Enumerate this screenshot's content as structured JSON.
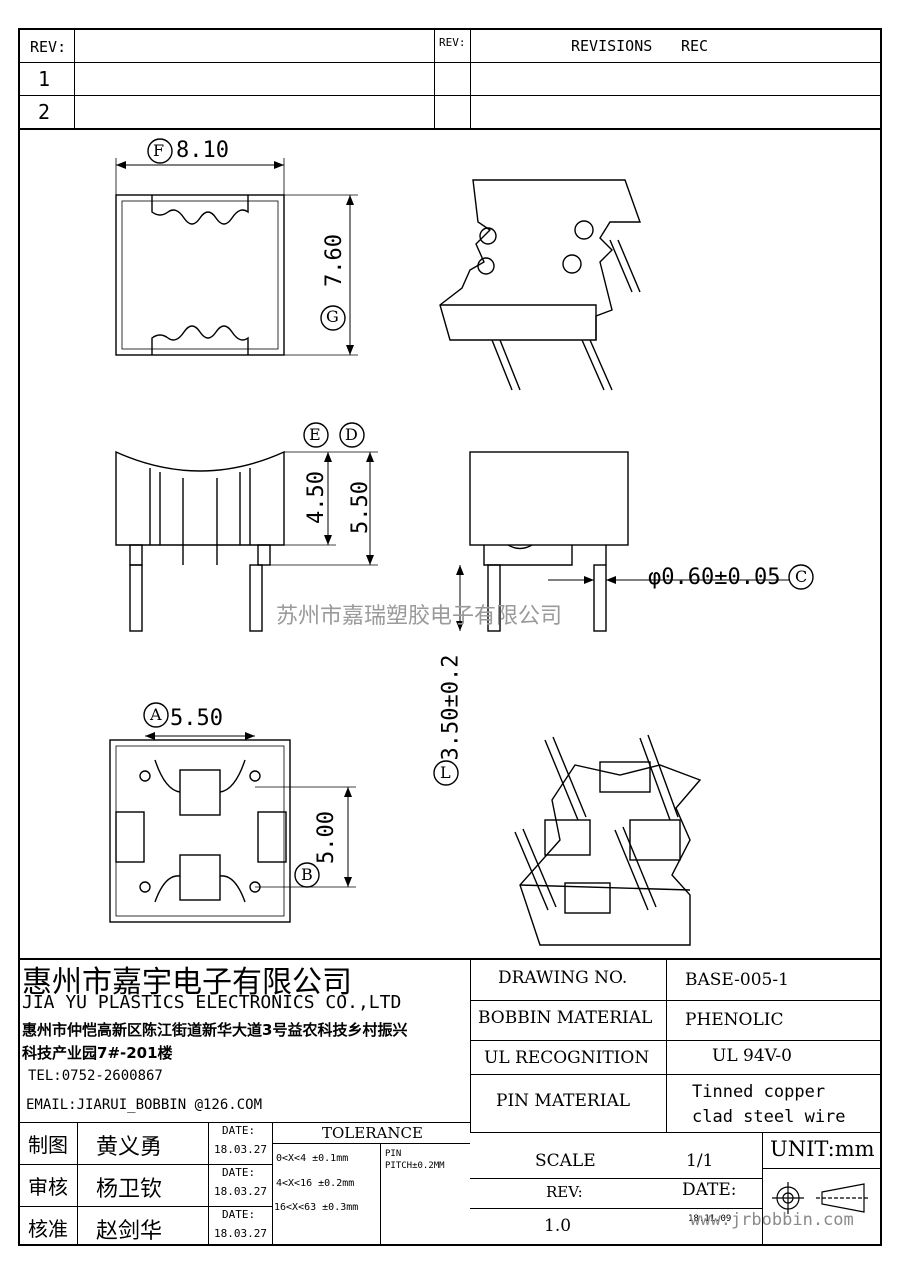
{
  "revision_table": {
    "rev_label_left": "REV:",
    "rev_label_right": "REV:",
    "revisions_label": "REVISIONS",
    "rec_label": "REC",
    "rows": [
      "1",
      "2"
    ]
  },
  "dimensions": {
    "f": "F",
    "f_value": "8.10",
    "g": "G",
    "g_value": "7.60",
    "e": "E",
    "d": "D",
    "e_value": "4.50",
    "d_value": "5.50",
    "c": "C",
    "c_value": "φ0.60±0.05",
    "l": "L",
    "l_value": "3.50±0.2",
    "a": "A",
    "a_value": "5.50",
    "b": "B",
    "b_value": "5.00"
  },
  "watermark": "苏州市嘉瑞塑胶电子有限公司",
  "company": {
    "name_cn": "惠州市嘉宇电子有限公司",
    "name_en": "JIA YU PLASTICS ELECTRONICS CO.,LTD",
    "address_line1": "惠州市仲恺高新区陈江街道新华大道3号益农科技乡村振兴",
    "address_line2": "科技产业园7#-201楼",
    "tel": "TEL:0752-2600867",
    "email": "EMAIL:JIARUI_BOBBIN @126.COM"
  },
  "signoff": [
    {
      "role": "制图",
      "name": "黄义勇",
      "date_label": "DATE:",
      "date": "18.03.27"
    },
    {
      "role": "审核",
      "name": "杨卫钦",
      "date_label": "DATE:",
      "date": "18.03.27"
    },
    {
      "role": "核准",
      "name": "赵剑华",
      "date_label": "DATE:",
      "date": "18.03.27"
    }
  ],
  "tolerance": {
    "title": "TOLERANCE",
    "rows": [
      "0<X<4  ±0.1mm",
      "4<X<16 ±0.2mm",
      "16<X<63 ±0.3mm"
    ],
    "pin_label": "PIN",
    "pin_pitch": "PITCH±0.2MM"
  },
  "spec": {
    "drawing_no_label": "DRAWING  NO.",
    "drawing_no": "BASE-005-1",
    "bobbin_material_label": "BOBBIN  MATERIAL",
    "bobbin_material": "PHENOLIC",
    "ul_label": "UL RECOGNITION",
    "ul_value": "UL 94V-0",
    "pin_material_label": "PIN MATERIAL",
    "pin_material_1": "Tinned copper",
    "pin_material_2": "clad steel wire",
    "scale_label": "SCALE",
    "scale_value": "1/1",
    "unit": "UNIT:mm",
    "rev_label": "REV:",
    "rev_value": "1.0",
    "date_label": "DATE:",
    "date_value": "18.11.09",
    "website": "www.jrbobbin.com"
  }
}
